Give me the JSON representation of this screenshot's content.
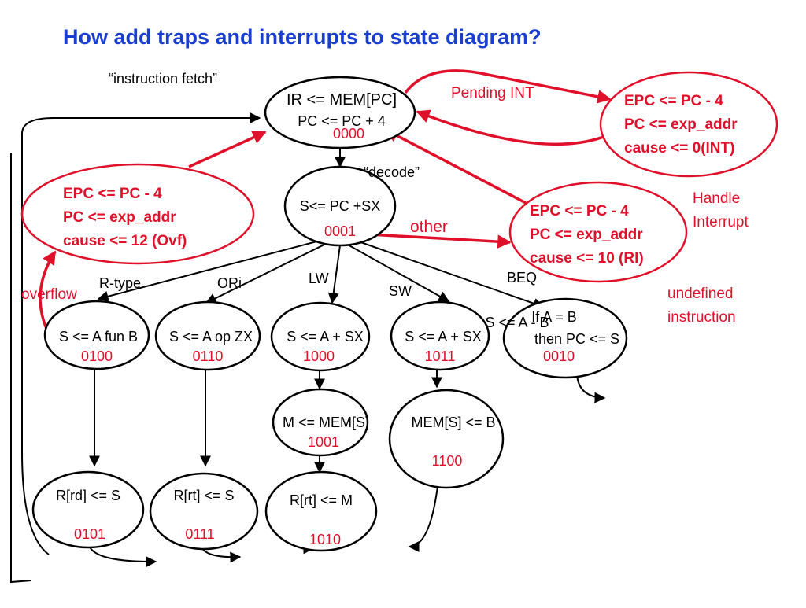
{
  "title": "How add traps and interrupts to state diagram?",
  "annotations": {
    "instruction_fetch": "“instruction fetch”",
    "decode": "“decode”",
    "pending_int": "Pending INT",
    "other": "other",
    "handle_interrupt": [
      "Handle",
      "Interrupt"
    ],
    "undefined_instruction": [
      "undefined",
      "instruction"
    ],
    "overflow": "overflow"
  },
  "branch_labels": {
    "rtype": "R-type",
    "ori": "ORi",
    "lw": "LW",
    "sw": "SW",
    "beq": "BEQ"
  },
  "states": {
    "fetch": {
      "lines": [
        "IR <= MEM[PC]",
        "PC <= PC + 4"
      ],
      "code": "0000"
    },
    "decode": {
      "lines": [
        "S<= PC +SX"
      ],
      "code": "0001"
    },
    "rtype_exec": {
      "lines": [
        "S <= A fun B"
      ],
      "code": "0100"
    },
    "ori_exec": {
      "lines": [
        "S <= A op ZX"
      ],
      "code": "0110"
    },
    "lw_addr": {
      "lines": [
        "S <= A + SX"
      ],
      "code": "1000"
    },
    "sw_addr": {
      "lines": [
        "S <= A + SX"
      ],
      "code": "1011"
    },
    "beq": {
      "lines": [
        "S <= A - B",
        "If A = B",
        "then PC <= S"
      ],
      "code": "0010"
    },
    "lw_mem": {
      "lines": [
        "M <= MEM[S]"
      ],
      "code": "1001"
    },
    "sw_mem": {
      "lines": [
        "MEM[S] <= B"
      ],
      "code": "1100"
    },
    "rtype_wb": {
      "lines": [
        "R[rd] <= S"
      ],
      "code": "0101"
    },
    "ori_wb": {
      "lines": [
        "R[rt] <= S"
      ],
      "code": "0111"
    },
    "lw_wb": {
      "lines": [
        "R[rt] <= M"
      ],
      "code": "1010"
    }
  },
  "exception_states": {
    "interrupt": [
      "EPC <= PC - 4",
      "PC <= exp_addr",
      "cause <= 0(INT)"
    ],
    "reserved_instruction": [
      "EPC <= PC - 4",
      "PC <= exp_addr",
      "cause <= 10 (RI)"
    ],
    "overflow": [
      "EPC <= PC - 4",
      "PC <= exp_addr",
      "cause <= 12 (Ovf)"
    ]
  },
  "colors": {
    "title": "#1a3fd0",
    "exception": "#e0102a",
    "state_outline": "#000000"
  }
}
